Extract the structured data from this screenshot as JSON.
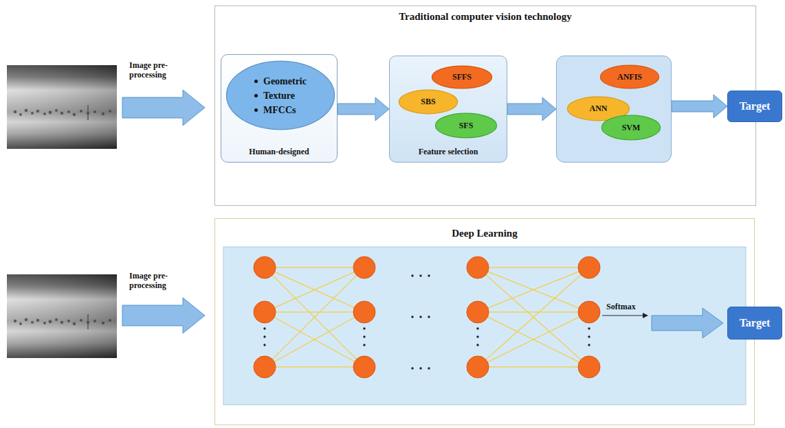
{
  "diagram": {
    "nodes": [
      {
        "text": [
          "Traditional computer vision technology"
        ]
      },
      {
        "text": [
          "Human-designed"
        ],
        "in": 0
      },
      {
        "text": [
          "Geometric",
          "Texture",
          "MFCCs"
        ],
        "in": 1
      },
      {
        "text": [
          "Feature selection"
        ],
        "in": 0
      },
      {
        "text": [
          "SFFS"
        ],
        "in": 3
      },
      {
        "text": [
          "SBS"
        ],
        "in": 3
      },
      {
        "text": [
          "SFS"
        ],
        "in": 3
      },
      {
        "text": [],
        "in": 0
      },
      {
        "text": [
          "ANFIS"
        ],
        "in": 7
      },
      {
        "text": [
          "ANN"
        ],
        "in": 7
      },
      {
        "text": [
          "SVM"
        ],
        "in": 7
      },
      {
        "text": [
          "Target"
        ]
      },
      {
        "text": [
          "Deep Learning"
        ]
      },
      {
        "text": [
          "Target"
        ]
      }
    ],
    "edges": [
      {
        "from": 1,
        "to": 3,
        "arrow": "to"
      },
      {
        "from": 3,
        "to": 7,
        "arrow": "to"
      },
      {
        "from": 7,
        "to": 11,
        "arrow": "to"
      }
    ],
    "labels": [
      "Image pre-processing",
      "Image pre-processing",
      "Softmax"
    ]
  }
}
